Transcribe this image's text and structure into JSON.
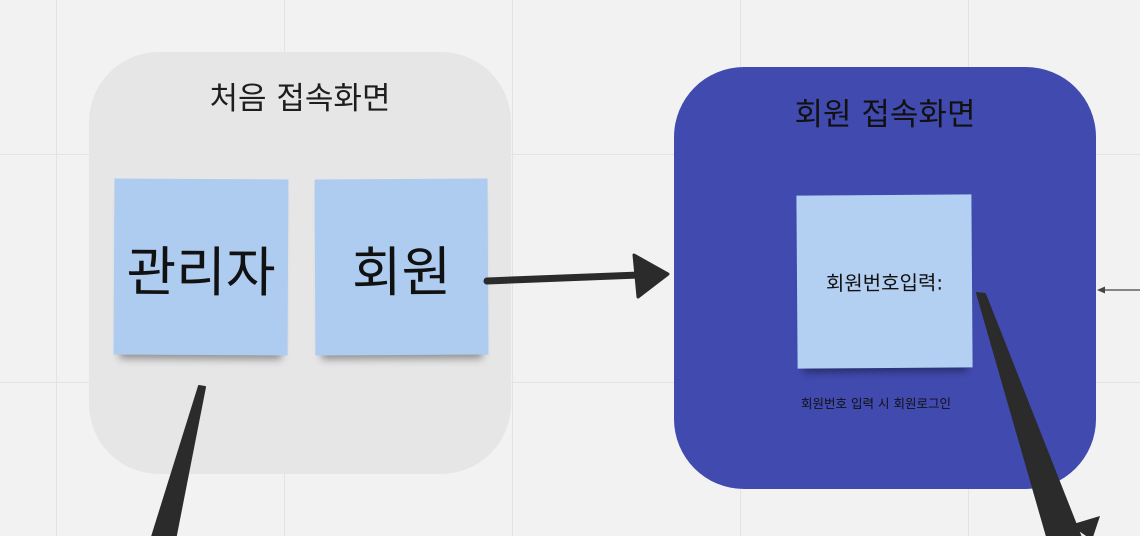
{
  "frames": {
    "first_screen": {
      "title": "처음 접속화면"
    },
    "member_screen": {
      "title": "회원 접속화면"
    }
  },
  "stickies": {
    "admin": "관리자",
    "member": "회원",
    "member_number_input": "회원번호입력:"
  },
  "captions": {
    "member_login": "회원번호 입력 시 회원로그인"
  },
  "colors": {
    "canvas": "#f2f2f2",
    "frame_first": "#e6e6e6",
    "frame_member": "#414aaf",
    "sticky": "#aecbf0",
    "connector": "#2b2b2b"
  }
}
